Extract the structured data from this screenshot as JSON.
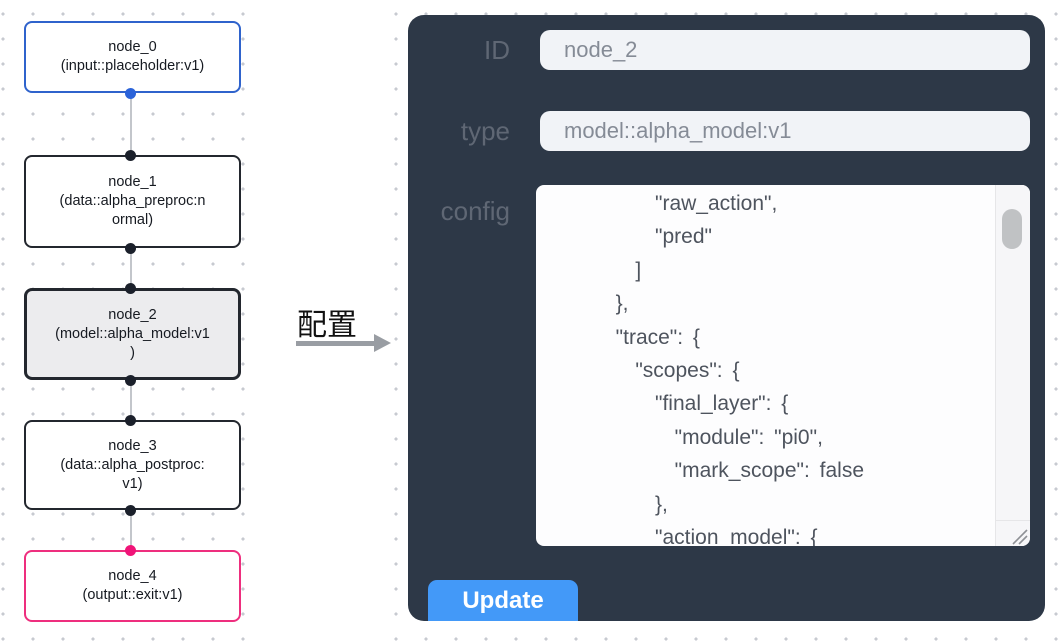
{
  "canvas": {
    "nodes": [
      {
        "name": "node_0",
        "type": "(input::placeholder:v1)"
      },
      {
        "name": "node_1",
        "type": "(data::alpha_preproc:n\normal)"
      },
      {
        "name": "node_2",
        "type": "(model::alpha_model:v1\n)"
      },
      {
        "name": "node_3",
        "type": "(data::alpha_postproc:\nv1)"
      },
      {
        "name": "node_4",
        "type": "(output::exit:v1)"
      }
    ]
  },
  "annotation": {
    "label": "配置"
  },
  "panel": {
    "fields": [
      {
        "label": "ID",
        "value": "node_2"
      },
      {
        "label": "type",
        "value": "model::alpha_model:v1"
      }
    ],
    "config_label": "config",
    "config_text": "      \"raw_action\",\n      \"pred\"\n    ]\n  },\n  \"trace\": {\n    \"scopes\": {\n      \"final_layer\": {\n        \"module\": \"pi0\",\n        \"mark_scope\": false\n      },\n      \"action_model\": {",
    "update_label": "Update"
  },
  "colors": {
    "panel_bg": "#2d3847",
    "button_blue": "#4399f8",
    "node_input_border": "#2f63cc",
    "node_output_border": "#ee2e7e",
    "node_default_border": "#23272e",
    "selected_node_bg": "#ececee",
    "port_blue": "#2b63d9",
    "port_pink": "#f01478"
  }
}
